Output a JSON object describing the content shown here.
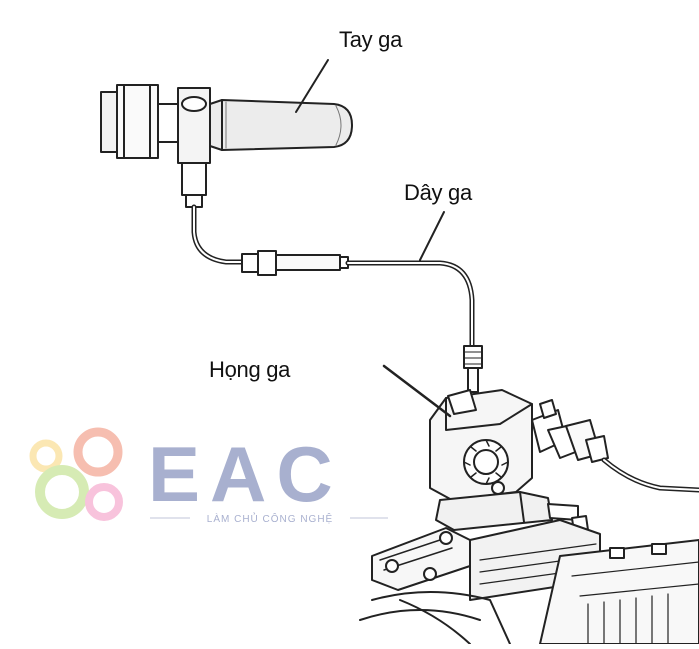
{
  "labels": {
    "grip": "Tay ga",
    "cable": "Dây ga",
    "throttle_body": "Họng ga"
  },
  "watermark": {
    "brand": "EAC",
    "tagline": "LÀM CHỦ CÔNG NGHỆ",
    "brand_color": "#9aa3c7",
    "circle_colors": [
      "#f5b3a3",
      "#fbe3a6",
      "#cfe8a8",
      "#f7b9d6"
    ]
  }
}
